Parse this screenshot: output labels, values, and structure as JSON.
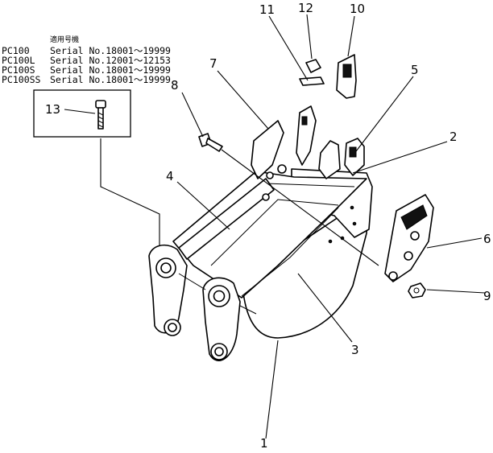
{
  "applicability": {
    "header": "適用号機",
    "rows": [
      {
        "model": "PC100",
        "serial": "Serial No.18001～19999"
      },
      {
        "model": "PC100L",
        "serial": "Serial No.12001～12153"
      },
      {
        "model": "PC100S",
        "serial": "Serial No.18001～19999"
      },
      {
        "model": "PC100SS",
        "serial": "Serial No.18001～19999"
      }
    ]
  },
  "callouts": {
    "c1": "1",
    "c2": "2",
    "c3": "3",
    "c4": "4",
    "c5": "5",
    "c6": "6",
    "c7": "7",
    "c8": "8",
    "c9": "9",
    "c10": "10",
    "c11": "11",
    "c12": "12",
    "c13": "13"
  }
}
